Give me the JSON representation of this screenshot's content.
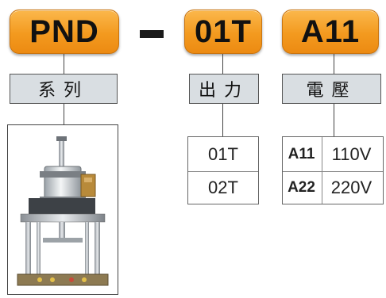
{
  "badges": {
    "series": "PND",
    "force": "01T",
    "voltage": "A11"
  },
  "labels": {
    "series": "系列",
    "force": "出力",
    "voltage": "電壓"
  },
  "force_options": [
    "01T",
    "02T"
  ],
  "voltage_options": [
    {
      "code": "A11",
      "value": "110V"
    },
    {
      "code": "A22",
      "value": "220V"
    }
  ],
  "colors": {
    "badge_orange": "#f39a1f",
    "label_gray": "#d9dee2"
  },
  "icons": {
    "product": "pneumatic-press-machine-icon"
  }
}
